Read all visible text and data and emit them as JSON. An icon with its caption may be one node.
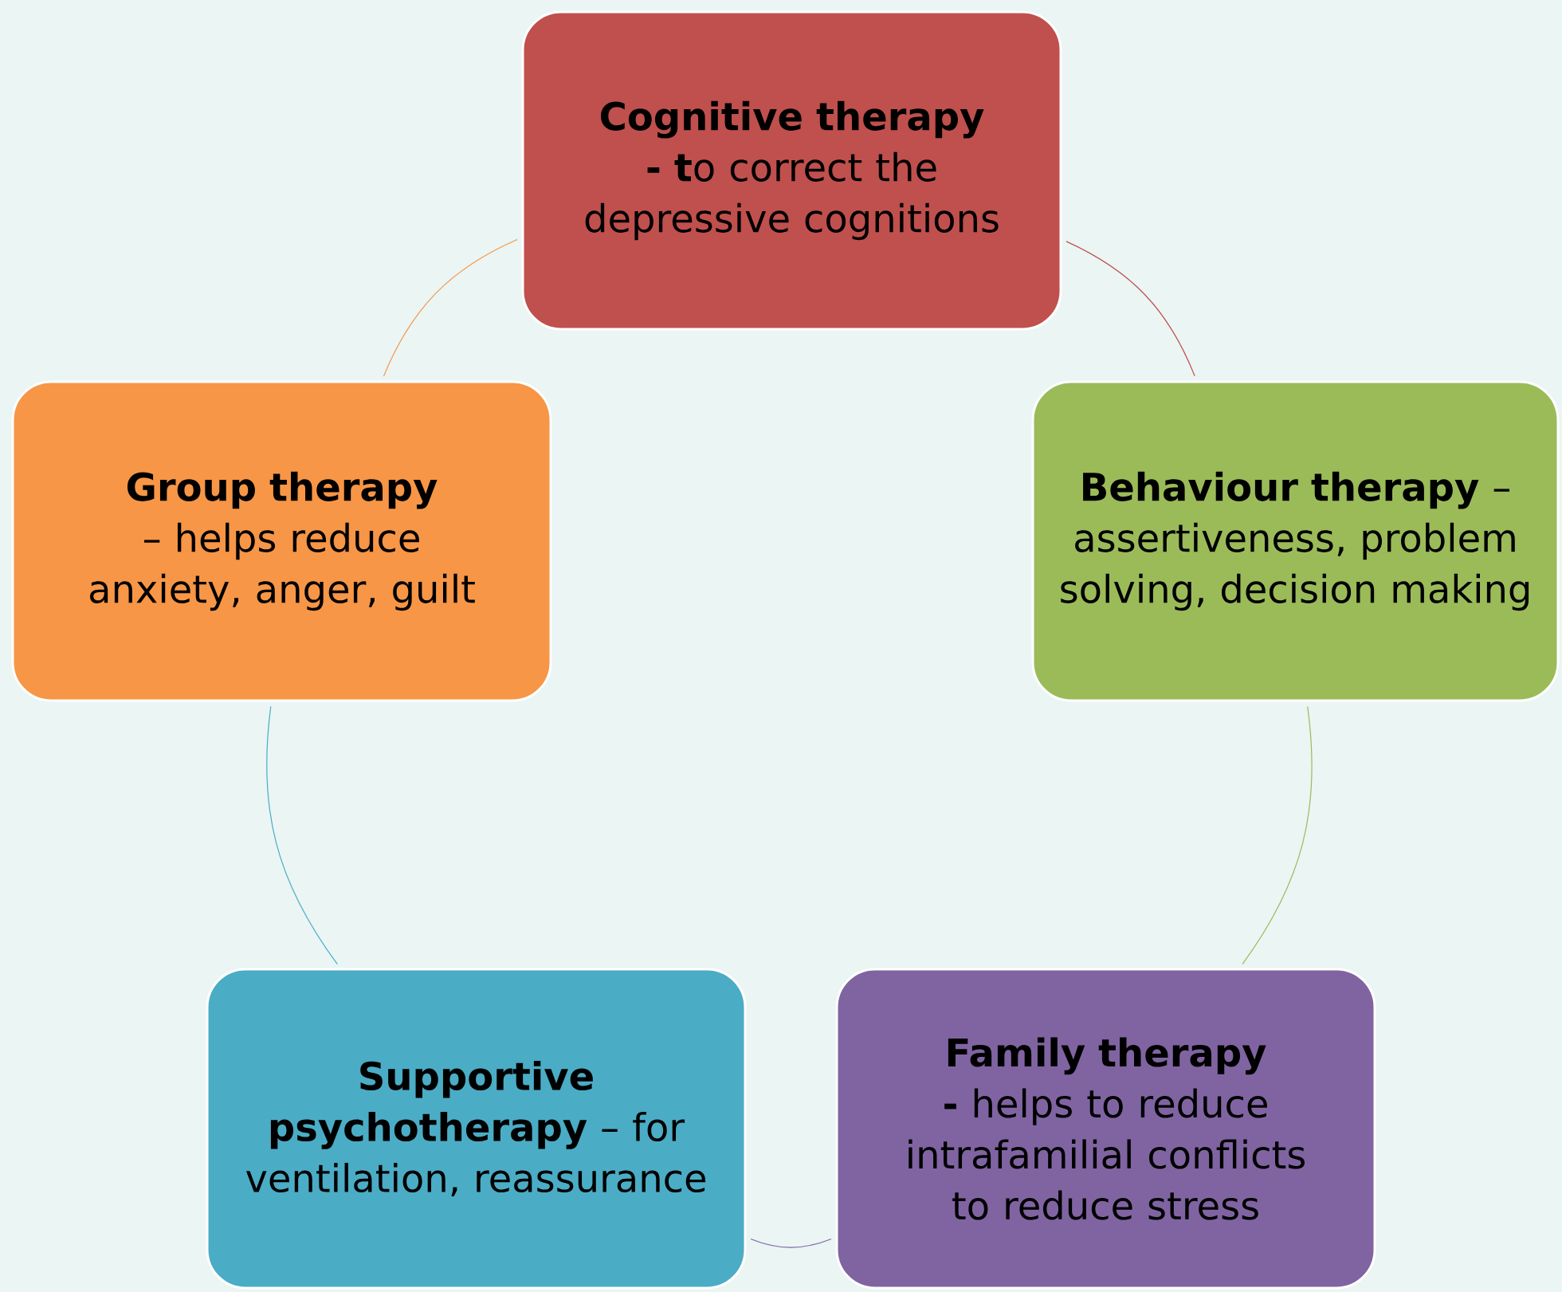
{
  "diagram": {
    "nodes": [
      {
        "text": [
          "**Cognitive therapy - t**o correct the depressive cognitions"
        ]
      },
      {
        "text": [
          "**Behaviour therapy** – assertiveness, problem solving, decision making"
        ]
      },
      {
        "text": [
          "**Family therapy -** helps to reduce intrafamilial conflicts to reduce stress"
        ]
      },
      {
        "text": [
          "**Supportive psychotherapy** – for ventilation, reassurance"
        ]
      },
      {
        "text": [
          "**Group therapy** – helps reduce anxiety, anger, guilt"
        ]
      }
    ],
    "edges": [
      {
        "from": 0,
        "to": 1,
        "arrow": "none",
        "color": "#c0504d"
      },
      {
        "from": 1,
        "to": 2,
        "arrow": "none",
        "color": "#9bbb59"
      },
      {
        "from": 2,
        "to": 3,
        "arrow": "none",
        "color": "#8064a2"
      },
      {
        "from": 3,
        "to": 4,
        "arrow": "none",
        "color": "#4bacc6"
      },
      {
        "from": 4,
        "to": 0,
        "arrow": "none",
        "color": "#f79646"
      }
    ]
  }
}
